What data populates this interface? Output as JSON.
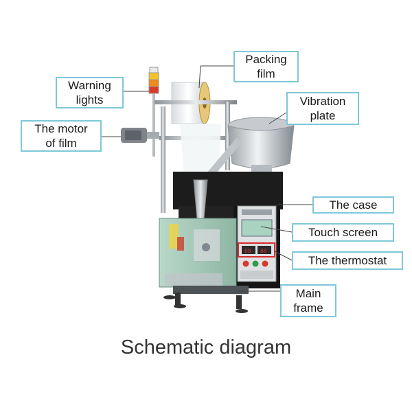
{
  "labels": {
    "warning_lights": [
      "Warning",
      "lights"
    ],
    "motor_of_film": [
      "The motor",
      "of film"
    ],
    "packing_film": [
      "Packing",
      "film"
    ],
    "vibration_plate": [
      "Vibration",
      "plate"
    ],
    "the_case": [
      "The case"
    ],
    "touch_screen": [
      "Touch screen"
    ],
    "thermostat": [
      "The thermostat"
    ],
    "main_frame": [
      "Main",
      "frame"
    ]
  },
  "caption": "Schematic diagram",
  "colors": {
    "label_border": "#7ec8d8",
    "leader_line": "#444444",
    "highlight_box": "#d92b2b"
  }
}
